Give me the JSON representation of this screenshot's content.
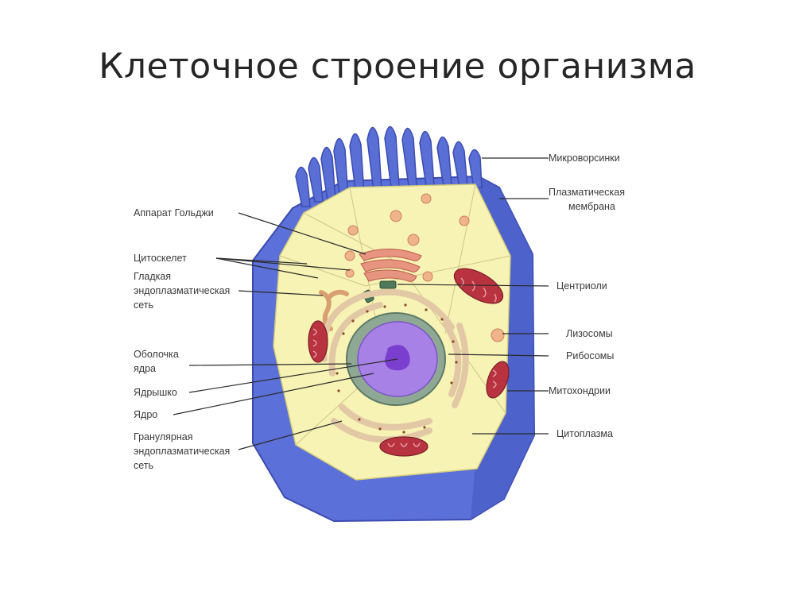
{
  "slide": {
    "title": "Клеточное строение организма"
  },
  "diagram": {
    "labels_left": {
      "golgi": "Аппарат Гольджи",
      "cytoskeleton": "Цитоскелет",
      "smooth_er_1": "Гладкая",
      "smooth_er_2": "эндоплазматическая",
      "smooth_er_3": "сеть",
      "nuclear_envelope_1": "Оболочка",
      "nuclear_envelope_2": "ядра",
      "nucleolus": "Ядрышко",
      "nucleus": "Ядро",
      "rough_er_1": "Гранулярная",
      "rough_er_2": "эндоплазматическая",
      "rough_er_3": "сеть"
    },
    "labels_right": {
      "microvilli": "Микроворсинки",
      "plasma_membrane_1": "Плазматическая",
      "plasma_membrane_2": "мембрана",
      "centrioles": "Центриоли",
      "lysosomes": "Лизосомы",
      "ribosomes": "Рибосомы",
      "mitochondria": "Митохондрии",
      "cytoplasm": "Цитоплазма"
    },
    "colors": {
      "membrane": "#5a6fd6",
      "membrane_dark": "#3e4fb8",
      "cytoplasm": "#f7f3b4",
      "nucleus": "#9b6fe0",
      "nucleolus": "#7a3fcf",
      "nuclear_envelope": "#7d9a86",
      "er": "#e3c8a6",
      "mitochondria": "#b8323f",
      "lysosome": "#f0b48a",
      "golgi": "#e79580"
    }
  }
}
